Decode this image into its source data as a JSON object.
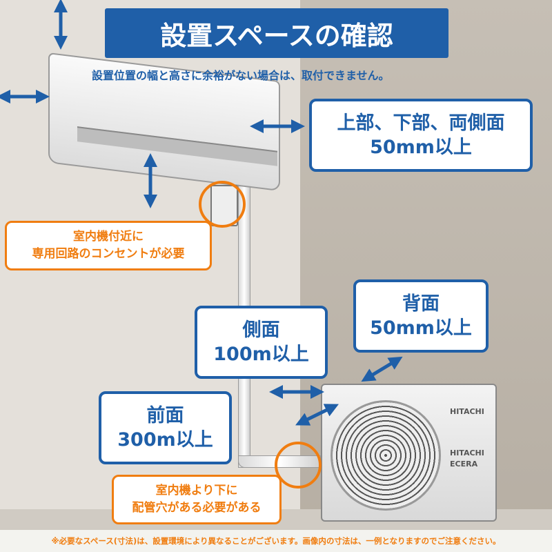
{
  "title": "設置スペースの確認",
  "subtitle": "設置位置の幅と高さに余裕がない場合は、取付できません。",
  "top_box": {
    "line1": "上部、下部、両側面",
    "line2": "50mm以上"
  },
  "back_box": {
    "line1": "背面",
    "line2": "50mm以上"
  },
  "side_box": {
    "line1": "側面",
    "line2": "100m以上"
  },
  "front_box": {
    "line1": "前面",
    "line2": "300m以上"
  },
  "outlet_note": {
    "line1": "室内機付近に",
    "line2": "専用回路のコンセントが必要"
  },
  "pipe_note": {
    "line1": "室内機より下に",
    "line2": "配管穴がある必要がある"
  },
  "brand": {
    "name": "HITACHI",
    "model": "HITACHI",
    "series": "ECERA"
  },
  "footer": "※必要なスペース(寸法)は、設置環境により異なることがございます。画像内の寸法は、一例となりますのでご注意ください。",
  "colors": {
    "blue": "#1f5fa8",
    "orange": "#f07d10"
  }
}
